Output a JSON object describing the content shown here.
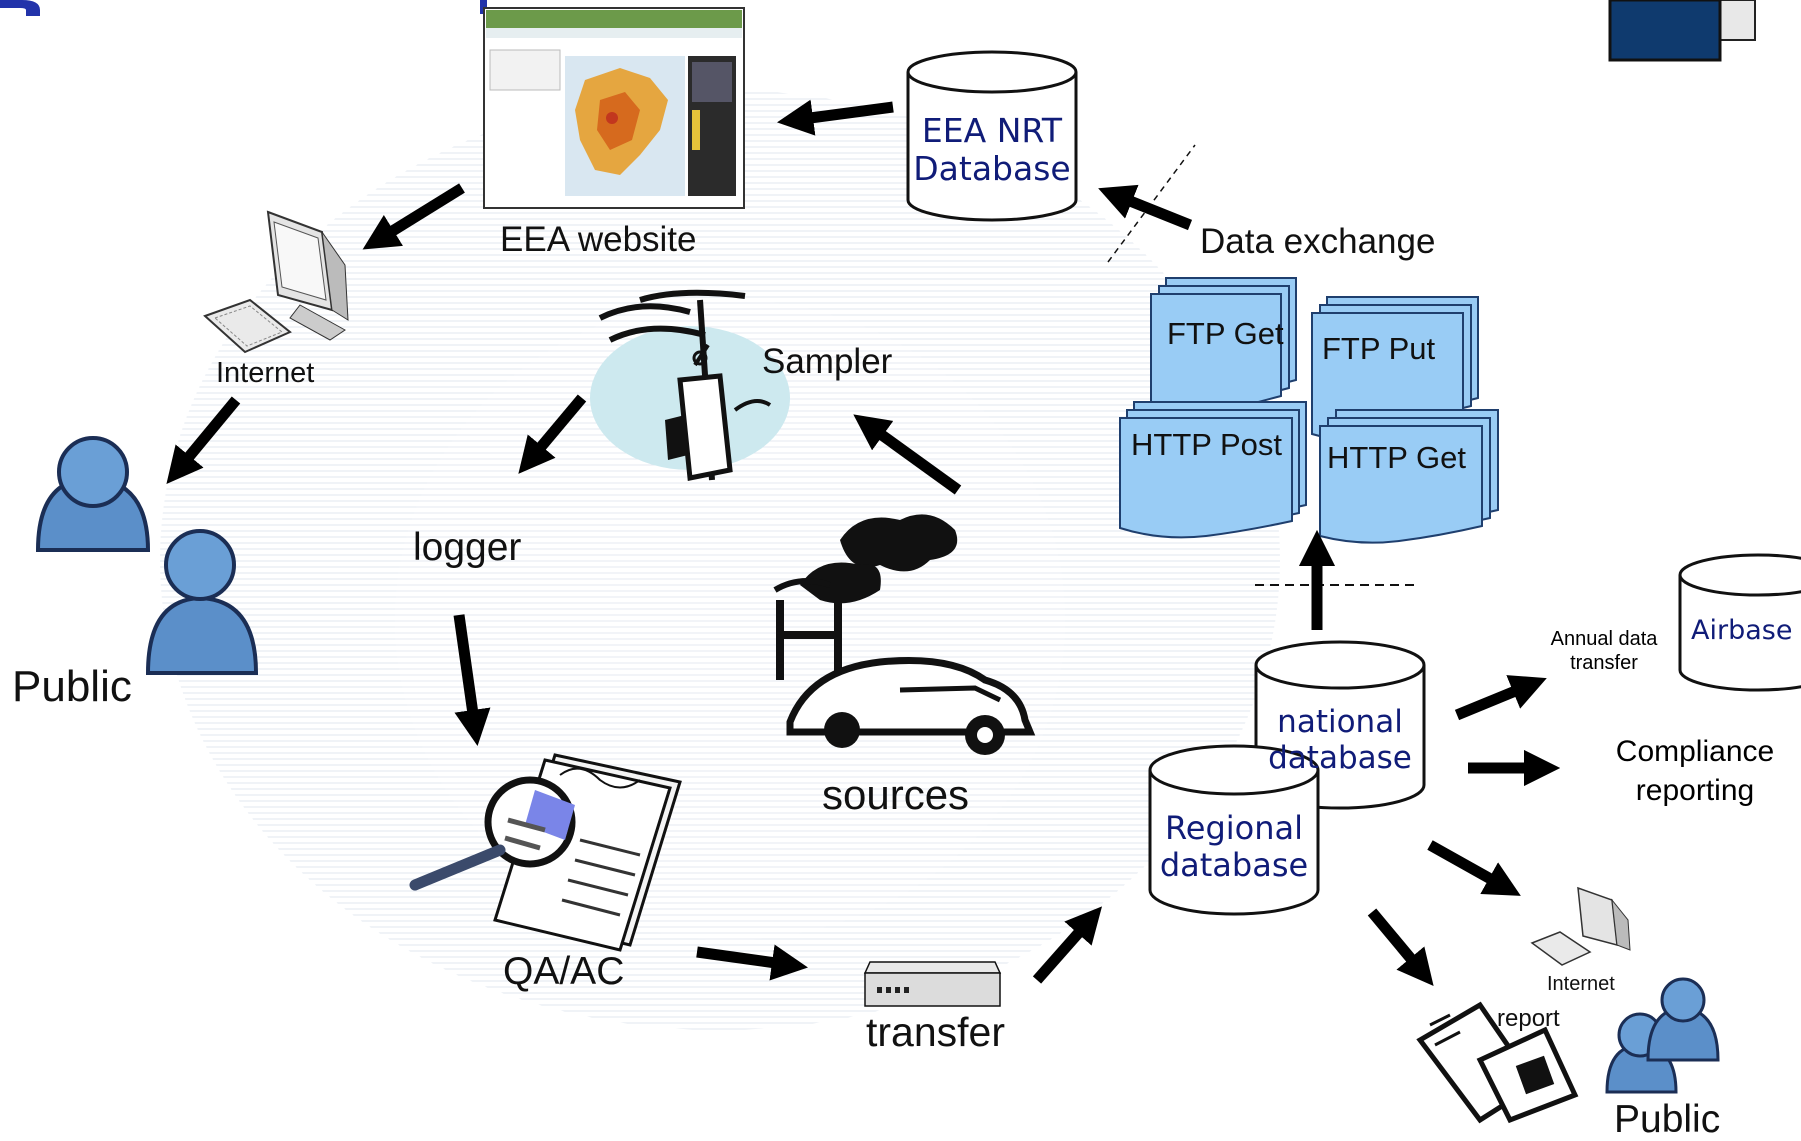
{
  "nodes": {
    "eea_website": "EEA website",
    "eea_nrt_db": [
      "EEA NRT",
      "Database"
    ],
    "data_exchange": "Data exchange",
    "internet_left": "Internet",
    "public_left": "Public",
    "sampler": "Sampler",
    "logger": "logger",
    "qa_ac": "QA/AC",
    "transfer": "transfer",
    "sources": "sources",
    "ftp_get": "FTP Get",
    "ftp_put": "FTP Put",
    "http_post": "HTTP Post",
    "http_get": "HTTP Get",
    "national_db": [
      "national",
      "database"
    ],
    "regional_db": [
      "Regional",
      "database"
    ],
    "airbase": "Airbase",
    "annual_transfer": [
      "Annual data",
      "transfer"
    ],
    "compliance": [
      "Compliance",
      "reporting"
    ],
    "internet_right": "Internet",
    "report": "report",
    "public_right": "Public"
  },
  "colors": {
    "arrow": "#000000",
    "document_fill": "#99ccf5",
    "document_stroke": "#1f3f6e",
    "db_text": "#101c78",
    "person_fill": "#5b8fc9",
    "person_stroke": "#1b2e55",
    "logo_dark": "#0f3a6e"
  }
}
